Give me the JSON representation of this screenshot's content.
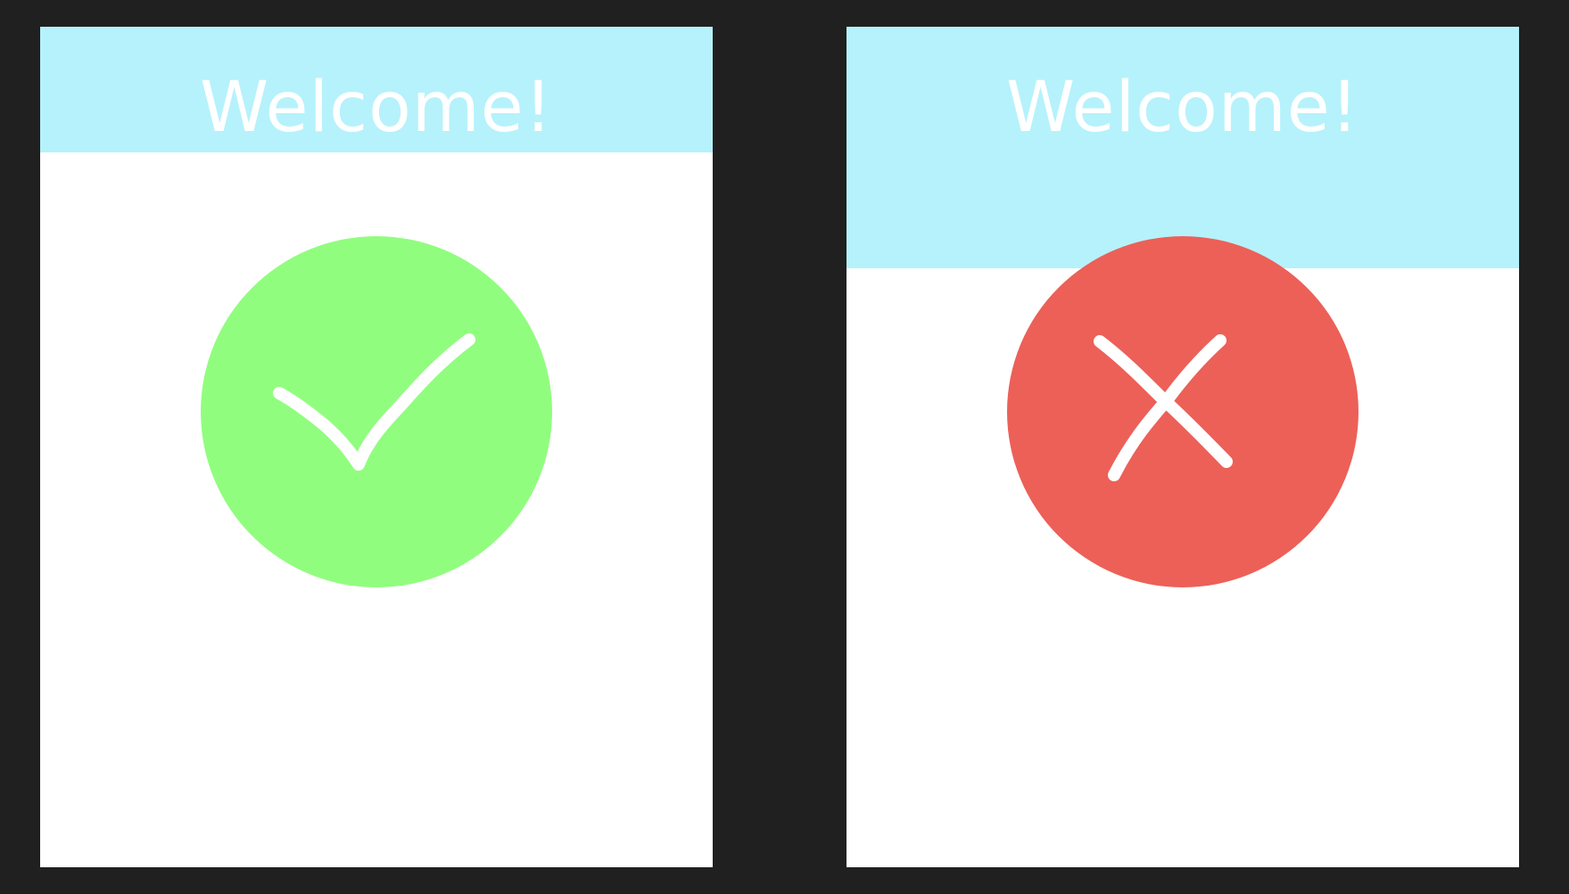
{
  "panels": [
    {
      "header_text": "Welcome!",
      "status": "success",
      "icon": "checkmark-icon",
      "accent_color": "#91fd7f"
    },
    {
      "header_text": "Welcome!",
      "status": "error",
      "icon": "cross-icon",
      "accent_color": "#ec6058"
    }
  ],
  "colors": {
    "background": "#202020",
    "header": "#b6f2fb",
    "panel": "#ffffff",
    "text": "#ffffff"
  }
}
